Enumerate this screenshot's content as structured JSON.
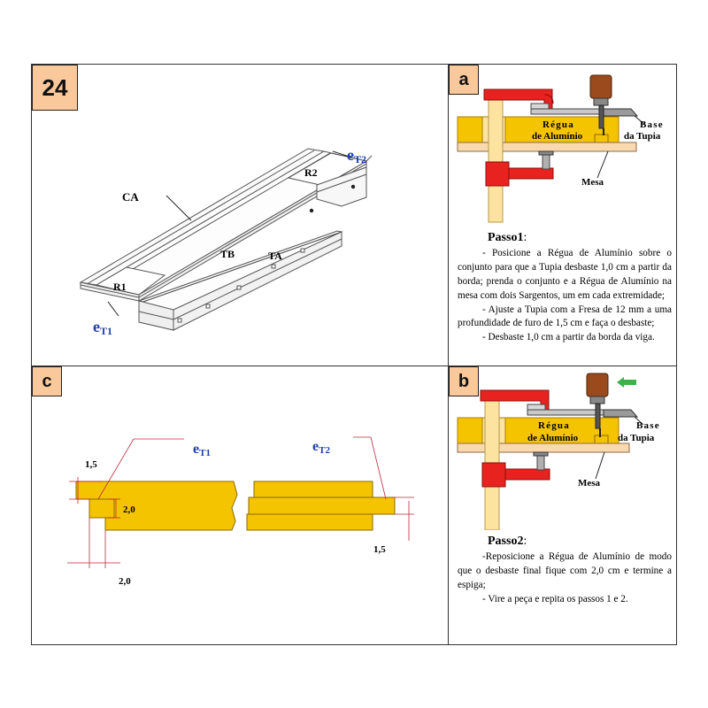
{
  "main": {
    "number": "24",
    "labels": {
      "ca": "CA",
      "r2": "R2",
      "tb": "TB",
      "ta": "TA",
      "r1": "R1"
    },
    "et1": {
      "e": "e",
      "sub": "T1"
    },
    "et2": {
      "e": "e",
      "sub": "T2"
    }
  },
  "panel_a": {
    "tag": "a",
    "regua_line1": "Régua",
    "regua_line2": "de Alumínio",
    "base_line1": "Base",
    "base_line2": "da Tupia",
    "mesa": "Mesa",
    "step_title": "Passo1",
    "step_colon": ":",
    "lines": [
      "- Posicione a Régua de Alumínio sobre o conjunto para que a Tupia desbaste 1,0 cm a partir da borda; prenda o conjunto e a Régua de Alumínio na mesa com dois Sargentos, um em cada extremidade;",
      "- Ajuste a Tupia com a Fresa de 12 mm a uma profundidade de furo de 1,5 cm e faça o desbaste;",
      "- Desbaste 1,0 cm a partir da borda da viga."
    ]
  },
  "panel_b": {
    "tag": "b",
    "regua_line1": "Régua",
    "regua_line2": "de Alumínio",
    "base_line1": "Base",
    "base_line2": "da Tupia",
    "mesa": "Mesa",
    "step_title": "Passo2",
    "step_colon": ":",
    "lines": [
      "-Reposicione a Régua de Alumínio de modo que o desbaste final fique com 2,0 cm e termine a espiga;",
      "- Vire a peça e repita os passos 1 e 2."
    ]
  },
  "panel_c": {
    "tag": "c",
    "et1": {
      "e": "e",
      "sub": "T1"
    },
    "et2": {
      "e": "e",
      "sub": "T2"
    },
    "dim_top_left": "1,5",
    "dim_mid": "2,0",
    "dim_bottom": "2,0",
    "dim_right": "1,5"
  },
  "colors": {
    "wood_yellow": "#f5c400",
    "wood_light": "#fce3a0",
    "table": "#fbd9ae",
    "clamp_red": "#e8231f",
    "router_brown": "#9a4a1d",
    "blue_label": "#1d3fb0",
    "tag_bg": "#f9c89b",
    "arrow_green": "#3bb34a"
  }
}
